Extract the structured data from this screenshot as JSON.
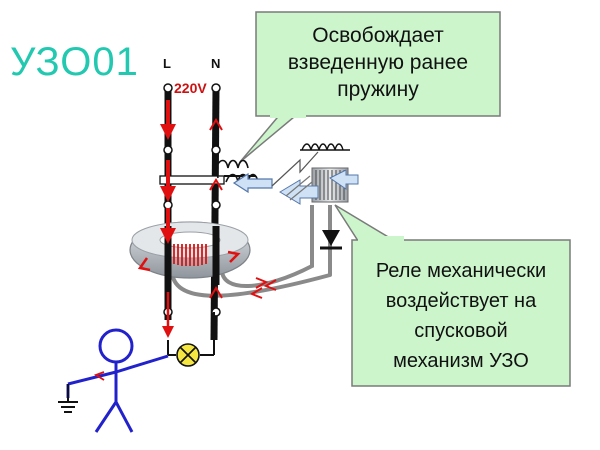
{
  "title": "УЗО01",
  "terminals": {
    "l": "L",
    "n": "N"
  },
  "voltage": "220V",
  "callouts": {
    "top": {
      "lines": [
        "Освобождает",
        "взведенную ранее",
        "пружину"
      ]
    },
    "bottom": {
      "lines": [
        "Реле механически",
        "воздействует на",
        "спусковой",
        "механизм УЗО"
      ]
    }
  },
  "colors": {
    "title": "#22c8b0",
    "callout_fill": "#ccf5cc",
    "callout_border": "#7a7a7a",
    "current_arrow": "#e01010",
    "wire": "#111111",
    "person": "#2222cc",
    "lamp": "#f5e642",
    "toroid": "#c8ccd0",
    "relay_wire": "#8a8a8a"
  }
}
